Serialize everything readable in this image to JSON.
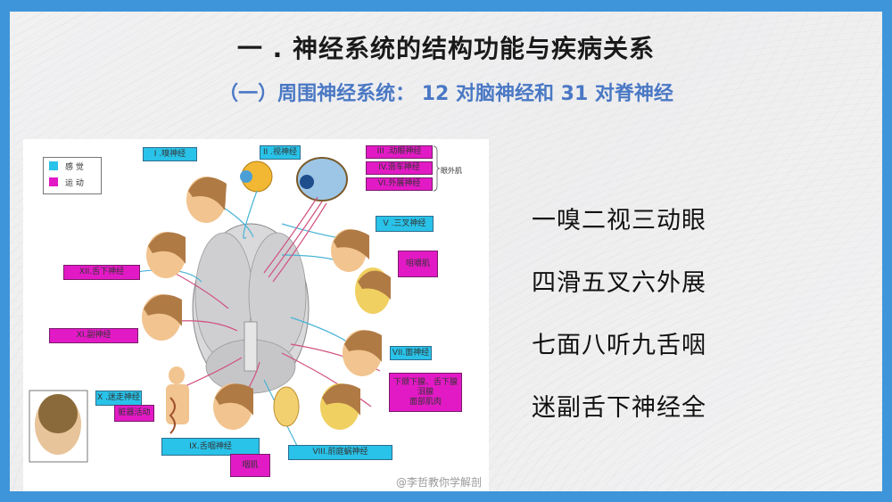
{
  "slide": {
    "title": "一 . 神经系统的结构功能与疾病关系",
    "subtitle": "（一）周围神经系统： 12 对脑神经和 31 对脊神经",
    "border_color": "#3f95da",
    "subtitle_color": "#4a78c4"
  },
  "diagram": {
    "legend": [
      {
        "label": "感 觉",
        "color": "#29c2e8"
      },
      {
        "label": "运 动",
        "color": "#e21ac5"
      }
    ],
    "labels": {
      "olfactory": "I .嗅神经",
      "optic": "II .视神经",
      "oculomotor": "III .动眼神经",
      "trochlear": "IV.滑车神经",
      "abducens": "VI.外展神经",
      "extraocular_muscles": "眼外肌",
      "trigeminal": "V .三叉神经",
      "masticatory": "咀嚼肌",
      "hypoglossal": "XII.舌下神经",
      "accessory": "XI.副神经",
      "vagus": "X .迷走神经",
      "visceral": "脏器活动",
      "facial": "VII.面神经",
      "facial_functions_1": "下颌下腺、舌下腺",
      "facial_functions_2": "泪腺",
      "facial_functions_3": "面部肌肉",
      "glossopharyngeal": "IX.舌咽神经",
      "pharyngeal_muscle": "咽肌",
      "vestibulocochlear": "VIII.前庭蜗神经"
    },
    "watermark": "@李哲教你学解剖"
  },
  "mnemonics": [
    "一嗅二视三动眼",
    "四滑五叉六外展",
    "七面八听九舌咽",
    "迷副舌下神经全"
  ]
}
